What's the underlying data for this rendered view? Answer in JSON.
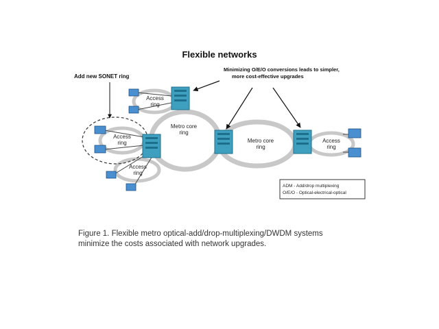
{
  "title": "Flexible networks",
  "callouts": {
    "add_ring": "Add new SONET ring",
    "minimizing_line1": "Minimizing O/E/O conversions leads to simpler,",
    "minimizing_line2": "more cost-effective upgrades"
  },
  "rings": {
    "access_top": [
      "Access",
      "ring"
    ],
    "access_dashed": [
      "Access",
      "ring"
    ],
    "access_bottom": [
      "Access",
      "ring"
    ],
    "metro_core_left": [
      "Metro core",
      "ring"
    ],
    "metro_core_right": [
      "Metro core",
      "ring"
    ],
    "access_right": [
      "Access",
      "ring"
    ]
  },
  "legend": {
    "line1": "ADM - Add/drop multiplexing",
    "line2": "O/E/O - Optical-electrical-optical"
  },
  "caption": {
    "line1": "Figure 1. Flexible metro optical-add/drop-multiplexing/DWDM systems",
    "line2": "minimize the costs associated with network upgrades."
  },
  "colors": {
    "node_fill": "#3e9fbf",
    "node_dark": "#1d6f8e",
    "device_fill": "#4a8fd0",
    "ring_stroke": "#c8c8c8",
    "text": "#222222"
  }
}
